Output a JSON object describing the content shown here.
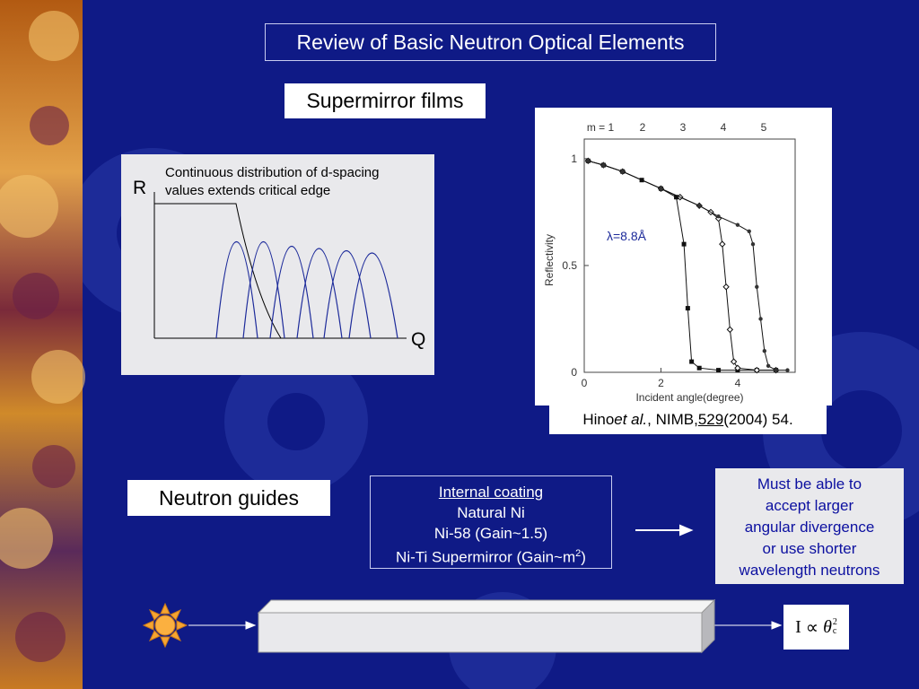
{
  "slide": {
    "title": "Review of Basic Neutron Optical Elements",
    "supermirror_label": "Supermirror films",
    "guides_label": "Neutron guides"
  },
  "schematic": {
    "axis_r": "R",
    "axis_q": "Q",
    "caption_line1": "Continuous distribution of d-spacing",
    "caption_line2": "values extends critical edge"
  },
  "chart_data": {
    "type": "scatter",
    "xlabel": "Incident angle(degree)",
    "ylabel": "Reflectivity",
    "xlim": [
      0,
      5.5
    ],
    "ylim": [
      0,
      1.05
    ],
    "x_ticks": [
      "0",
      "2",
      "4"
    ],
    "y_ticks": [
      "0",
      "0.5",
      "1"
    ],
    "top_axis_label": "m = 1",
    "top_ticks": [
      "2",
      "3",
      "4",
      "5"
    ],
    "annotation": "λ=8.8Å",
    "series": [
      {
        "x": [
          0.1,
          0.5,
          1.0,
          1.5,
          2.0,
          2.4,
          2.6,
          2.7,
          2.8,
          3.0,
          3.5,
          4.0,
          4.5,
          5.0
        ],
        "y": [
          0.99,
          0.97,
          0.94,
          0.9,
          0.86,
          0.82,
          0.6,
          0.3,
          0.05,
          0.02,
          0.01,
          0.01,
          0.01,
          0.01
        ]
      },
      {
        "x": [
          0.1,
          0.5,
          1.0,
          2.0,
          2.5,
          3.0,
          3.3,
          3.5,
          3.6,
          3.7,
          3.8,
          3.9,
          4.0,
          4.5,
          5.0
        ],
        "y": [
          0.99,
          0.97,
          0.94,
          0.86,
          0.82,
          0.78,
          0.75,
          0.72,
          0.6,
          0.4,
          0.2,
          0.05,
          0.02,
          0.01,
          0.01
        ]
      },
      {
        "x": [
          0.1,
          0.5,
          1.0,
          2.0,
          3.0,
          3.5,
          4.0,
          4.3,
          4.4,
          4.5,
          4.6,
          4.7,
          4.8,
          5.0,
          5.3
        ],
        "y": [
          0.99,
          0.97,
          0.94,
          0.86,
          0.78,
          0.73,
          0.69,
          0.66,
          0.6,
          0.4,
          0.25,
          0.1,
          0.03,
          0.01,
          0.01
        ]
      }
    ]
  },
  "citation": {
    "author": "Hino ",
    "etal": "et al.",
    "journal": ", NIMB, ",
    "volume": "529",
    "rest": " (2004) 54."
  },
  "coating": {
    "heading": "Internal coating",
    "line1": "Natural Ni",
    "line2": "Ni-58 (Gain~1.5)",
    "line3_prefix": "Ni-Ti Supermirror (Gain~m",
    "line3_sup": "2",
    "line3_suffix": ")"
  },
  "note": {
    "line1": "Must be able to",
    "line2": "accept larger",
    "line3": "angular divergence",
    "line4": "or use shorter",
    "line5": "wavelength neutrons"
  },
  "formula": {
    "lhs": "I",
    "op": "∝",
    "var": "θ",
    "sup": "2",
    "sub": "c"
  },
  "colors": {
    "background": "#0f1a86",
    "gear": "#3a4cc0",
    "curve_blue": "#1c2a9a",
    "note_text": "#0c10a0"
  },
  "icons": {
    "source": "sun-icon",
    "arrow": "arrow-right-icon"
  }
}
